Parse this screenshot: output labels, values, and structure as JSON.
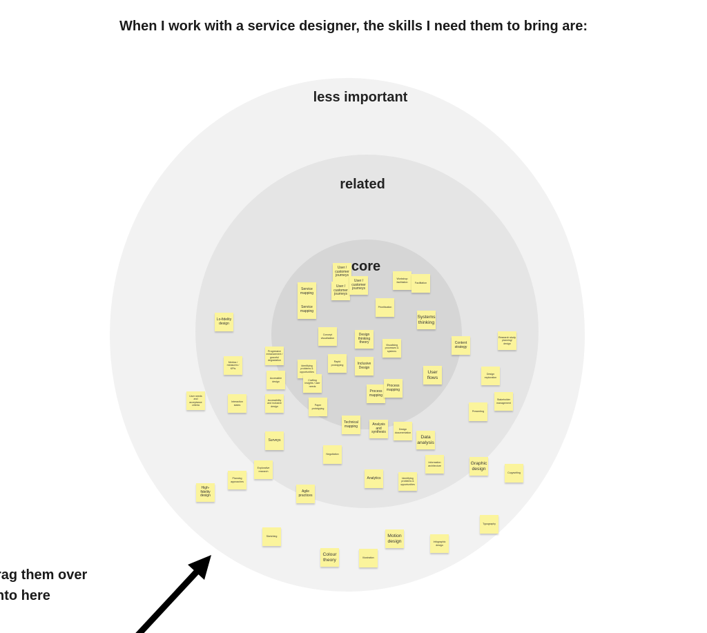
{
  "title": "When I work with a service designer, the skills I need them to bring are:",
  "zones": {
    "outer": "less important",
    "middle": "related",
    "inner": "core"
  },
  "side_text": [
    "rag them over",
    "nto here"
  ],
  "notes": [
    "User / customer journeys",
    "User / customer journeys",
    "User / customer journeys",
    "Service mapping",
    "Service mapping",
    "Workshop facilitation",
    "Facilitation",
    "Prioritisation",
    "Systems thinking",
    "Concept visualisation",
    "Design thinking theory",
    "Visualising processes & systems",
    "Identifying problems & opportunities",
    "Rapid prototyping",
    "Inclusive Design",
    "Crafting insights / user needs",
    "User flows",
    "Process mapping",
    "Process mapping",
    "Paper prototyping",
    "Lo-fidelity design",
    "Progressive enhancement / graceful degradation",
    "Metrics / measures / KPIs",
    "Accessible design",
    "User needs and acceptance criteria",
    "Interaction states",
    "Accessibility and inclusive design",
    "Surveys",
    "Explorative research",
    "Planning approaches",
    "High-fidelity design",
    "Agile practices",
    "Negotiation",
    "Technical mapping",
    "Analysis and synthesis",
    "Design documentation",
    "Data analysis",
    "Information architecture",
    "Analytics",
    "Identifying problems & opportunities",
    "Content strategy",
    "Research study planning/ design",
    "Design exploration",
    "Stakeholder management",
    "Presenting",
    "Graphic design",
    "Copywriting",
    "Typography",
    "Motion design",
    "Infographic design",
    "Colour theory",
    "Illustration",
    "Sketching"
  ],
  "colors": {
    "note": "#fbf49c",
    "outer": "#f2f2f2",
    "middle": "#e5e5e5",
    "inner": "#d6d6d6",
    "arrow": "#000000"
  }
}
